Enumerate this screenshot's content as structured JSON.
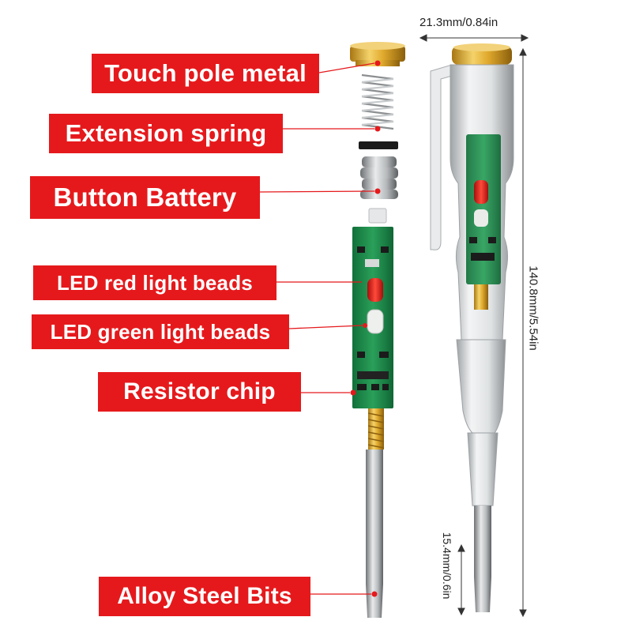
{
  "labels": {
    "touch_pole": "Touch pole metal",
    "spring": "Extension spring",
    "battery": "Button Battery",
    "led_red": "LED red light beads",
    "led_green": "LED green light beads",
    "resistor": "Resistor chip",
    "bits": "Alloy Steel Bits"
  },
  "dimensions": {
    "width": "21.3mm/0.84in",
    "length": "140.8mm/5.54in",
    "tip": "15.4mm/0.6in"
  },
  "colors": {
    "label_bg": "#e5191c",
    "label_text": "#ffffff",
    "pcb_green": "#1f8a4c",
    "brass": "#d4a52a"
  }
}
